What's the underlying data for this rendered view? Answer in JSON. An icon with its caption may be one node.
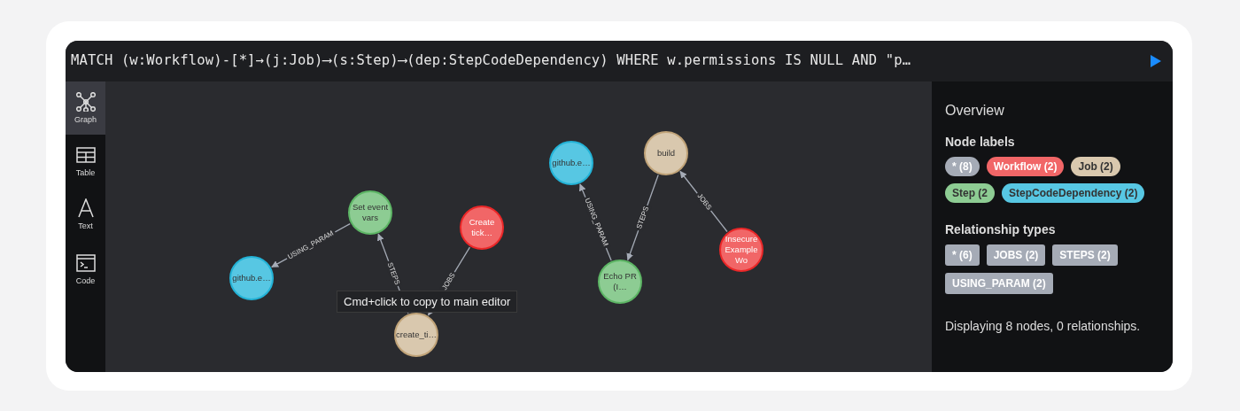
{
  "diagram": {
    "nodes": [
      {
        "text": [
          "github.e…"
        ]
      },
      {
        "text": [
          "Set event vars"
        ]
      },
      {
        "text": [
          "Create tick…"
        ]
      },
      {
        "text": [
          "create_ti…"
        ]
      },
      {
        "text": [
          "github.e…"
        ]
      },
      {
        "text": [
          "build"
        ]
      },
      {
        "text": [
          "Echo PR (I…"
        ]
      },
      {
        "text": [
          "Insecure Example Wo"
        ]
      }
    ],
    "edges": [
      {
        "from": 1,
        "to": 0,
        "arrow": "to",
        "label": "USING_PARAM"
      },
      {
        "from": 3,
        "to": 1,
        "arrow": "to",
        "label": "STEPS"
      },
      {
        "from": 2,
        "to": 3,
        "arrow": "to",
        "label": "JOBS"
      },
      {
        "from": 6,
        "to": 4,
        "arrow": "to",
        "label": "USING_PARAM"
      },
      {
        "from": 5,
        "to": 6,
        "arrow": "to",
        "label": "STEPS"
      },
      {
        "from": 7,
        "to": 5,
        "arrow": "to",
        "label": "JOBS"
      }
    ],
    "labels": [
      "MATCH (w:Workflow)-[*]→(j:Job)⟶(s:Step)⟶(dep:StepCodeDependency) WHERE w.permissions IS NULL AND \"p…",
      "Graph",
      "Table",
      "Text",
      "Code",
      "Cmd+click to copy to main editor",
      "Overview",
      "Node labels",
      "* (8)",
      "Workflow (2)",
      "Job (2)",
      "Step (2",
      "StepCodeDependency (2)",
      "Relationship types",
      "* (6)",
      "JOBS (2)",
      "STEPS (2)",
      "USING_PARAM (2)",
      "Displaying 8 nodes, 0 relationships."
    ]
  }
}
